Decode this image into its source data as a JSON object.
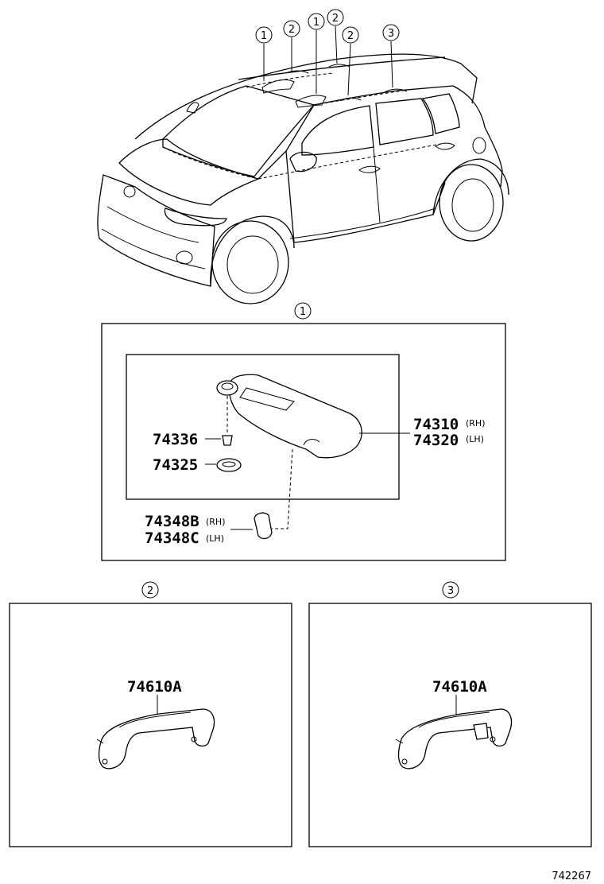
{
  "callouts": {
    "c1": "1",
    "c2": "2",
    "c3": "3"
  },
  "car_labels": [
    "1",
    "2",
    "1",
    "2",
    "2",
    "3"
  ],
  "visor_box": {
    "title": "1",
    "part_visor_rh": "74310",
    "part_visor_rh_suffix": "(RH)",
    "part_visor_lh": "74320",
    "part_visor_lh_suffix": "(LH)",
    "part_screw": "74336",
    "part_cover": "74325",
    "part_holder_rh": "74348B",
    "part_holder_rh_suffix": "(RH)",
    "part_holder_lh": "74348C",
    "part_holder_lh_suffix": "(LH)"
  },
  "grip_box_2": {
    "title": "2",
    "part": "74610A"
  },
  "grip_box_3": {
    "title": "3",
    "part": "74610A"
  },
  "diagram_id": "742267"
}
